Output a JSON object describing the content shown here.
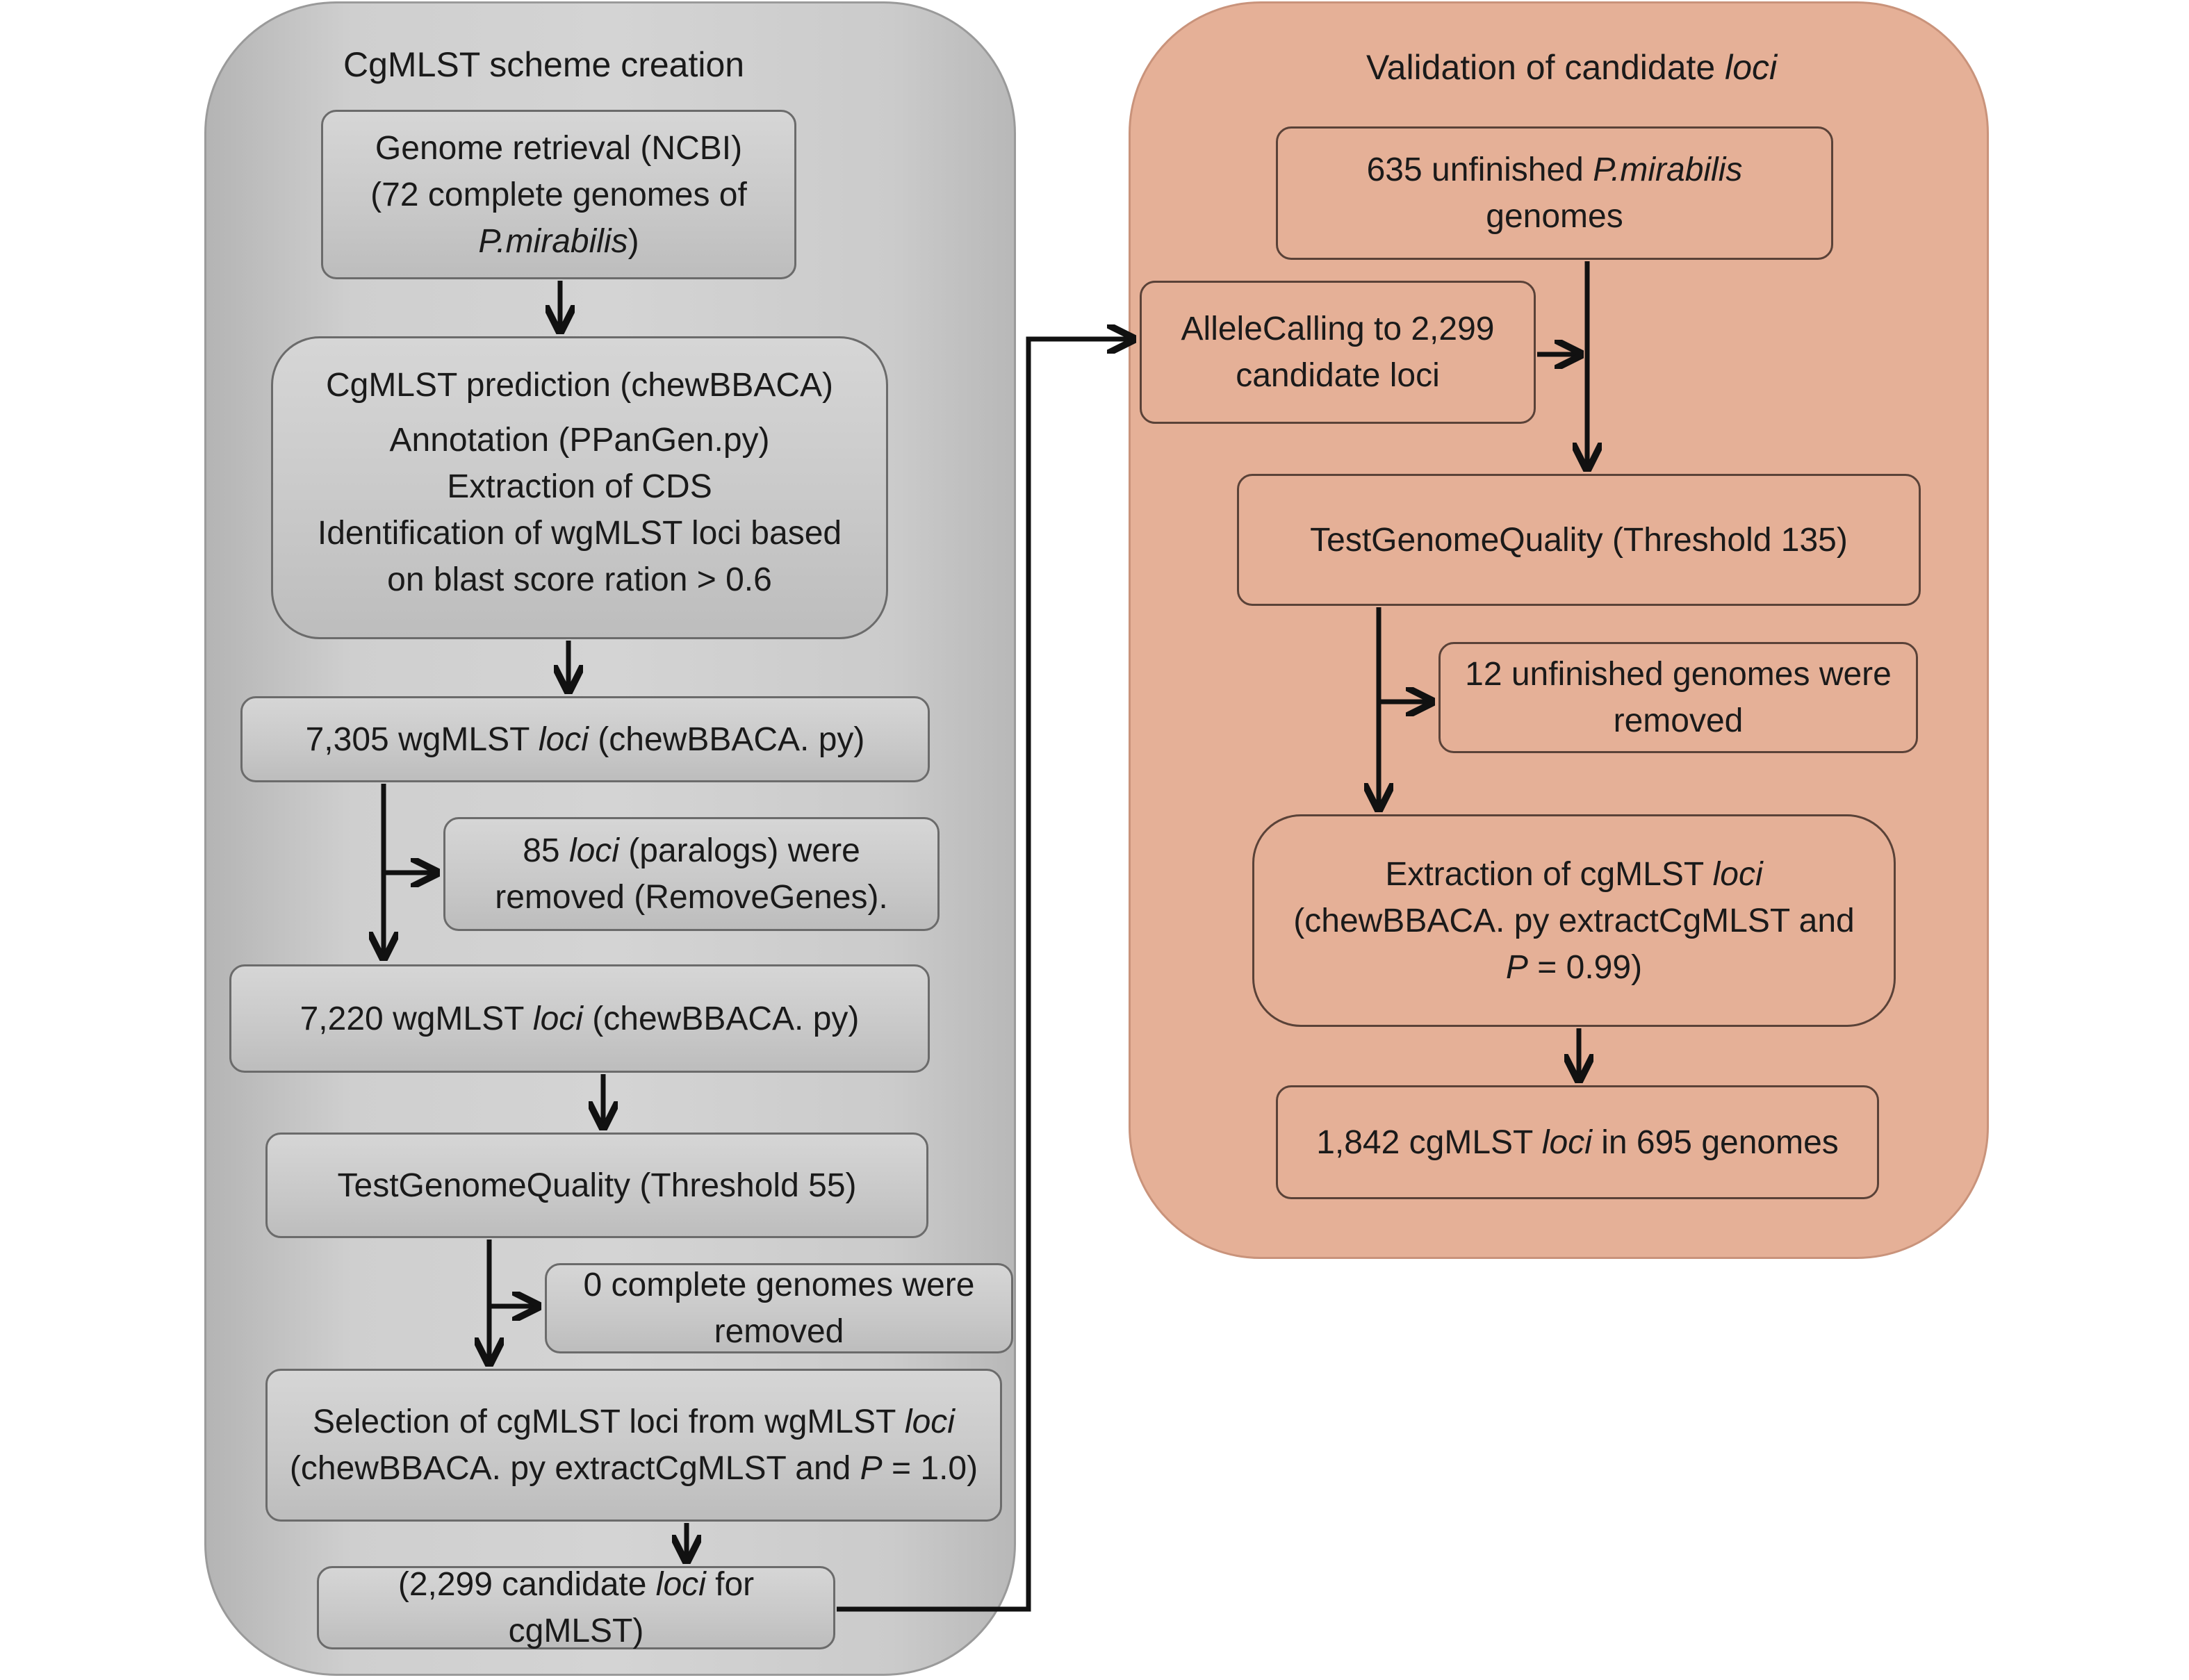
{
  "left_panel": {
    "title": "CgMLST scheme creation",
    "genome_retrieval": [
      "Genome retrieval (NCBI)",
      "(72 complete genomes of",
      "P.mirabilis",
      ")"
    ],
    "prediction": {
      "title": "CgMLST prediction (chewBBACA)",
      "line1": "Annotation (PPanGen.py)",
      "line2": "Extraction of CDS",
      "line3": "Identification of wgMLST loci based",
      "line4": "on blast score ration > 0.6"
    },
    "wgmlst_7305": [
      "7,305 wgMLST ",
      "loci",
      " (chewBBACA. py)"
    ],
    "paralogs": [
      "85 ",
      "loci",
      " (paralogs) were",
      "removed (RemoveGenes)."
    ],
    "wgmlst_7220": [
      "7,220 wgMLST ",
      "loci",
      " (chewBBACA. py)"
    ],
    "test_quality": "TestGenomeQuality (Threshold 55)",
    "complete_removed": [
      "0 complete genomes were",
      "removed"
    ],
    "selection": [
      "Selection of cgMLST loci from wgMLST ",
      "loci",
      "(chewBBACA. py extractCgMLST and ",
      "P",
      " = 1.0)"
    ],
    "candidates": [
      "(2,299 candidate ",
      "loci",
      " for cgMLST)"
    ]
  },
  "right_panel": {
    "title": [
      "Validation of candidate ",
      "loci"
    ],
    "unfinished": [
      "635 unfinished ",
      "P.mirabilis",
      "genomes"
    ],
    "allele_calling": [
      "AlleleCalling to 2,299",
      "candidate loci"
    ],
    "test_quality": "TestGenomeQuality (Threshold 135)",
    "unfinished_removed": [
      "12 unfinished genomes were",
      "removed"
    ],
    "extraction": [
      "Extraction of cgMLST ",
      "loci",
      "(chewBBACA. py extractCgMLST and",
      "P",
      " = 0.99)"
    ],
    "final": [
      "1,842 cgMLST ",
      "loci",
      " in 695 genomes"
    ]
  },
  "colors": {
    "left_panel": "#cfcfcf",
    "right_panel": "#e5b097",
    "arrow": "#111111"
  }
}
